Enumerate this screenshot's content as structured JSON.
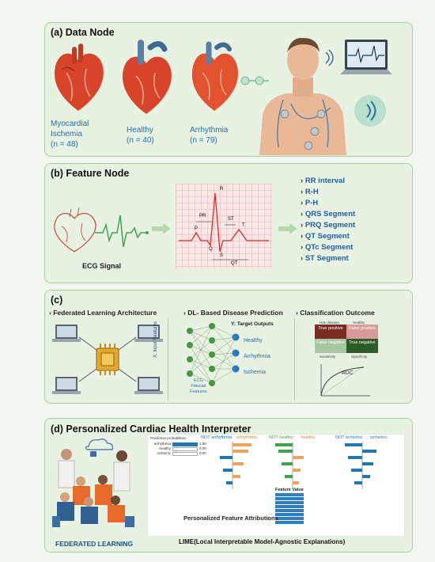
{
  "panel_a": {
    "title": "(a) Data Node",
    "hearts": [
      {
        "label_line1": "Myocardial",
        "label_line2": "Ischemia",
        "count": "(n = 48)"
      },
      {
        "label_line1": "Healthy",
        "label_line2": "",
        "count": "(n = 40)"
      },
      {
        "label_line1": "Arrhythmia",
        "label_line2": "",
        "count": "(n = 79)"
      }
    ]
  },
  "panel_b": {
    "title": "(b) Feature Node",
    "ecg_label": "ECG Signal",
    "wave_labels": {
      "r": "R",
      "pr": "PR",
      "st": "ST",
      "p": "P",
      "t": "T",
      "q": "Q",
      "s": "S",
      "qt": "QT"
    },
    "features": [
      "RR interval",
      "R-H",
      "P-H",
      "QRS Segment",
      "PRQ Segment",
      "QT Segment",
      "QTc Segment",
      "ST Segment"
    ]
  },
  "panel_c": {
    "title": "(c)",
    "sub1": "Federated Learning Architecture",
    "sub2": "DL- Based Disease Prediction",
    "sub3": "Classification Outcome",
    "y_outputs": "Y: Target Outputs",
    "x_inputs": "X: Input Features",
    "outputs": [
      "Healthy",
      "Arrhythmia",
      "Ischemia"
    ],
    "input_note": [
      "ECG",
      "Fiducial",
      "Features"
    ],
    "matrix": {
      "col_headers": [
        "Has disease",
        "Healthy"
      ],
      "cells": [
        "True positive",
        "False positive",
        "False negative",
        "True negative"
      ],
      "footer": [
        "Sensitivity",
        "Specificity"
      ]
    },
    "auc": "AUC"
  },
  "panel_d": {
    "title": "(d)  Personalized Cardiac Health Interpreter",
    "fl_label": "FEDERATED LEARNING",
    "pred_title": "Prediction probabilities",
    "preds": [
      {
        "name": "arrhythmia",
        "value": "1.00"
      },
      {
        "name": "healthy",
        "value": "0.00"
      },
      {
        "name": "ischemic",
        "value": "0.00"
      }
    ],
    "lime_headers": [
      {
        "not": "NOT arrhythmia",
        "yes": "arrhythmia"
      },
      {
        "not": "NOT healthy",
        "yes": "healthy"
      },
      {
        "not": "NOT ischemic",
        "yes": "ischemic"
      }
    ],
    "feature_value_title": "Feature Value",
    "pfa_label": "Personalized Feature Attributions",
    "lime_label": "LIME(Local Interpretable Model-Agnostic Explanations)"
  },
  "colors": {
    "panel_bg": "#e8f2e3",
    "panel_border": "#a8cfa0",
    "title_blue": "#1f6fb0",
    "heart_red": "#d8442a",
    "ecg_green": "#3fa34d",
    "arrhythmia_orange": "#e08a2b"
  }
}
